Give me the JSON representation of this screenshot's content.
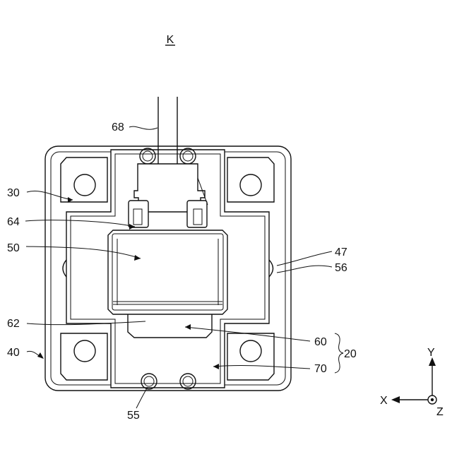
{
  "figure_title": "K",
  "labels": {
    "l68": "68",
    "l30": "30",
    "l64": "64",
    "l50": "50",
    "l47": "47",
    "l56": "56",
    "l62": "62",
    "l60": "60",
    "l20": "20",
    "l40": "40",
    "l70": "70",
    "l55": "55"
  },
  "axes": {
    "x": "X",
    "y": "Y",
    "z": "Z"
  }
}
